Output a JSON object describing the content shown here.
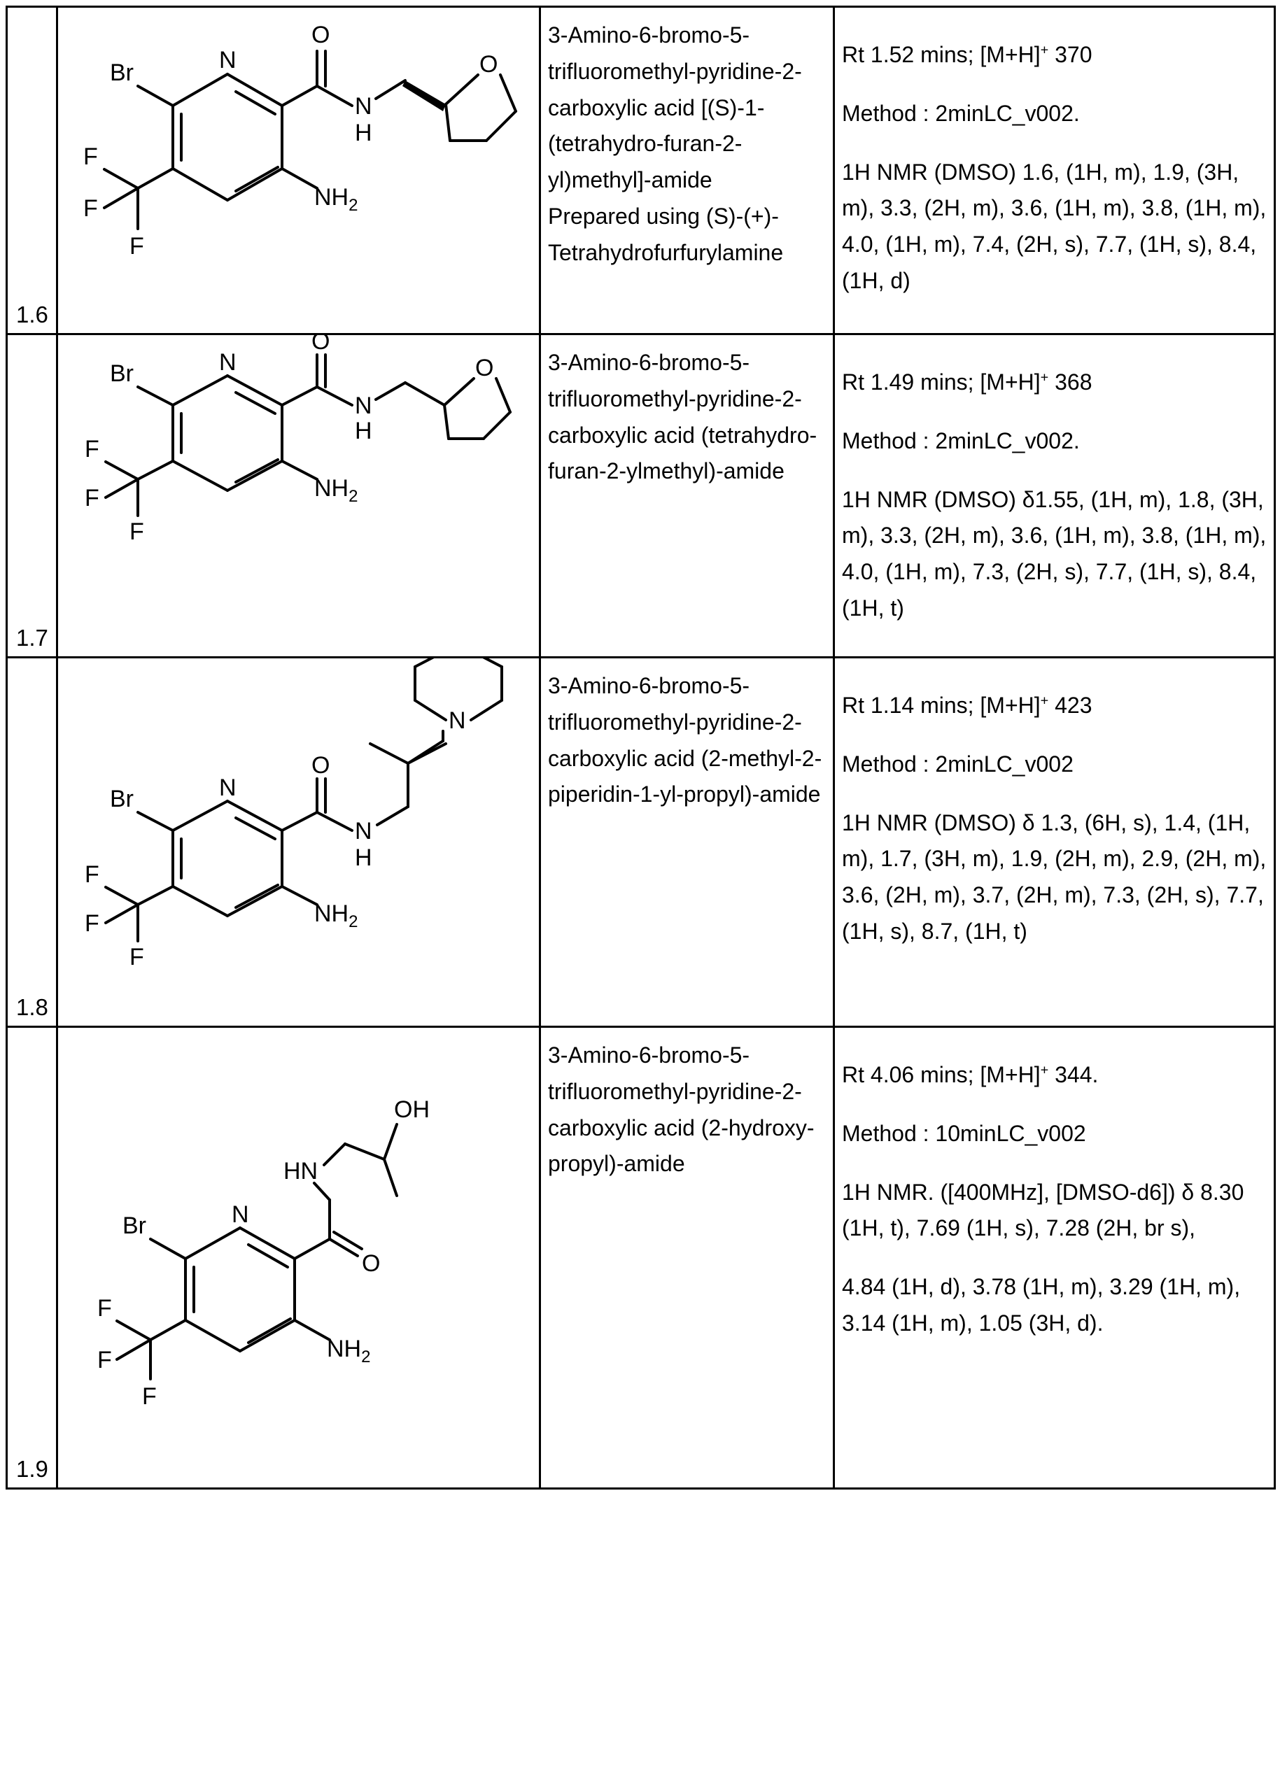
{
  "table": {
    "rows": [
      {
        "number": "1.6",
        "structure_label": "3-amino-6-bromo-5-trifluoromethyl-pyridine-2-carboxylic acid (S)-tetrahydrofurfuryl amide structure",
        "structure_atoms": {
          "br": "Br",
          "n_ring": "N",
          "o_carbonyl": "O",
          "nh": "N",
          "nh_h": "H",
          "f1": "F",
          "f2": "F",
          "f3": "F",
          "nh2": "NH",
          "nh2_sub": "2",
          "o_furan": "O"
        },
        "name_lines": [
          "3-Amino-6-bromo-5-trifluoromethyl-pyridine-2-carboxylic acid [(S)-1-(tetrahydro-furan-2-yl)methyl]-amide"
        ],
        "name_note": "Prepared using (S)-(+)-Tetrahydrofurfurylamine",
        "data_lines": [
          "Rt 1.52   mins; [M+H]+ 370",
          "Method : 2minLC_v002.",
          "1H NMR (DMSO) 1.6, (1H, m), 1.9, (3H, m), 3.3, (2H, m), 3.6, (1H, m), 3.8, (1H, m), 4.0, (1H, m), 7.4, (2H, s), 7.7, (1H, s), 8.4, (1H, d)"
        ],
        "data": {
          "rt_prefix": "Rt 1.52   mins; [M+H]",
          "rt_sup": "+",
          "rt_suffix": " 370",
          "method": "Method : 2minLC_v002.",
          "nmr": "1H NMR (DMSO) 1.6, (1H, m), 1.9, (3H, m), 3.3, (2H, m), 3.6, (1H, m), 3.8, (1H, m), 4.0, (1H, m), 7.4, (2H, s), 7.7, (1H, s), 8.4, (1H, d)"
        }
      },
      {
        "number": "1.7",
        "structure_label": "3-amino-6-bromo-5-trifluoromethyl-pyridine-2-carboxylic acid tetrahydrofurfuryl amide structure",
        "structure_atoms": {
          "br": "Br",
          "n_ring": "N",
          "o_carbonyl": "O",
          "nh": "N",
          "nh_h": "H",
          "f1": "F",
          "f2": "F",
          "f3": "F",
          "nh2": "NH",
          "nh2_sub": "2",
          "o_furan": "O"
        },
        "name_lines": [
          "3-Amino-6-bromo-5-trifluoromethyl-pyridine-2-carboxylic acid (tetrahydro-furan-2-ylmethyl)-amide"
        ],
        "name_note": "",
        "data": {
          "rt_prefix": "Rt 1.49  mins; [M+H]",
          "rt_sup": "+",
          "rt_suffix": "  368",
          "method": "Method : 2minLC_v002.",
          "nmr": "1H NMR (DMSO) δ1.55, (1H, m), 1.8, (3H, m), 3.3, (2H, m), 3.6, (1H, m), 3.8, (1H, m), 4.0, (1H, m), 7.3, (2H, s), 7.7, (1H, s), 8.4, (1H, t)"
        }
      },
      {
        "number": "1.8",
        "structure_label": "3-amino-6-bromo-5-trifluoromethyl-pyridine-2-carboxylic acid (2-methyl-2-piperidin-1-yl-propyl)-amide structure",
        "structure_atoms": {
          "br": "Br",
          "n_ring": "N",
          "o_carbonyl": "O",
          "nh": "N",
          "nh_h": "H",
          "f1": "F",
          "f2": "F",
          "f3": "F",
          "nh2": "NH",
          "nh2_sub": "2",
          "n_piperidine": "N"
        },
        "name_lines": [
          "3-Amino-6-bromo-5-trifluoromethyl-pyridine-2-carboxylic acid (2-methyl-2-piperidin-1-yl-propyl)-amide"
        ],
        "name_note": "",
        "data": {
          "rt_prefix": "Rt 1.14  mins; [M+H]",
          "rt_sup": "+",
          "rt_suffix": " 423",
          "method": "Method : 2minLC_v002",
          "nmr": "1H NMR (DMSO) δ 1.3, (6H, s), 1.4, (1H, m), 1.7, (3H, m), 1.9, (2H, m), 2.9, (2H, m), 3.6, (2H, m), 3.7, (2H, m), 7.3, (2H, s), 7.7, (1H, s), 8.7, (1H, t)"
        }
      },
      {
        "number": "1.9",
        "structure_label": "3-amino-6-bromo-5-trifluoromethyl-pyridine-2-carboxylic acid (2-hydroxy-propyl)-amide structure",
        "structure_atoms": {
          "br": "Br",
          "n_ring": "N",
          "o_carbonyl": "O",
          "nh": "HN",
          "f1": "F",
          "f2": "F",
          "f3": "F",
          "nh2": "NH",
          "nh2_sub": "2",
          "oh": "OH"
        },
        "name_lines": [
          "3-Amino-6-bromo-5-trifluoromethyl-pyridine-2-carboxylic acid (2-hydroxy-propyl)-amide"
        ],
        "name_note": "",
        "data": {
          "rt_prefix": "Rt 4.06  mins; [M+H]",
          "rt_sup": "+",
          "rt_suffix": "  344.",
          "method": "Method : 10minLC_v002",
          "nmr": "1H NMR. ([400MHz], [DMSO-d6]) δ 8.30 (1H, t), 7.69 (1H, s), 7.28 (2H, br s),",
          "nmr2": "4.84 (1H, d), 3.78 (1H, m), 3.29 (1H, m), 3.14 (1H, m), 1.05 (3H, d)."
        }
      }
    ]
  }
}
